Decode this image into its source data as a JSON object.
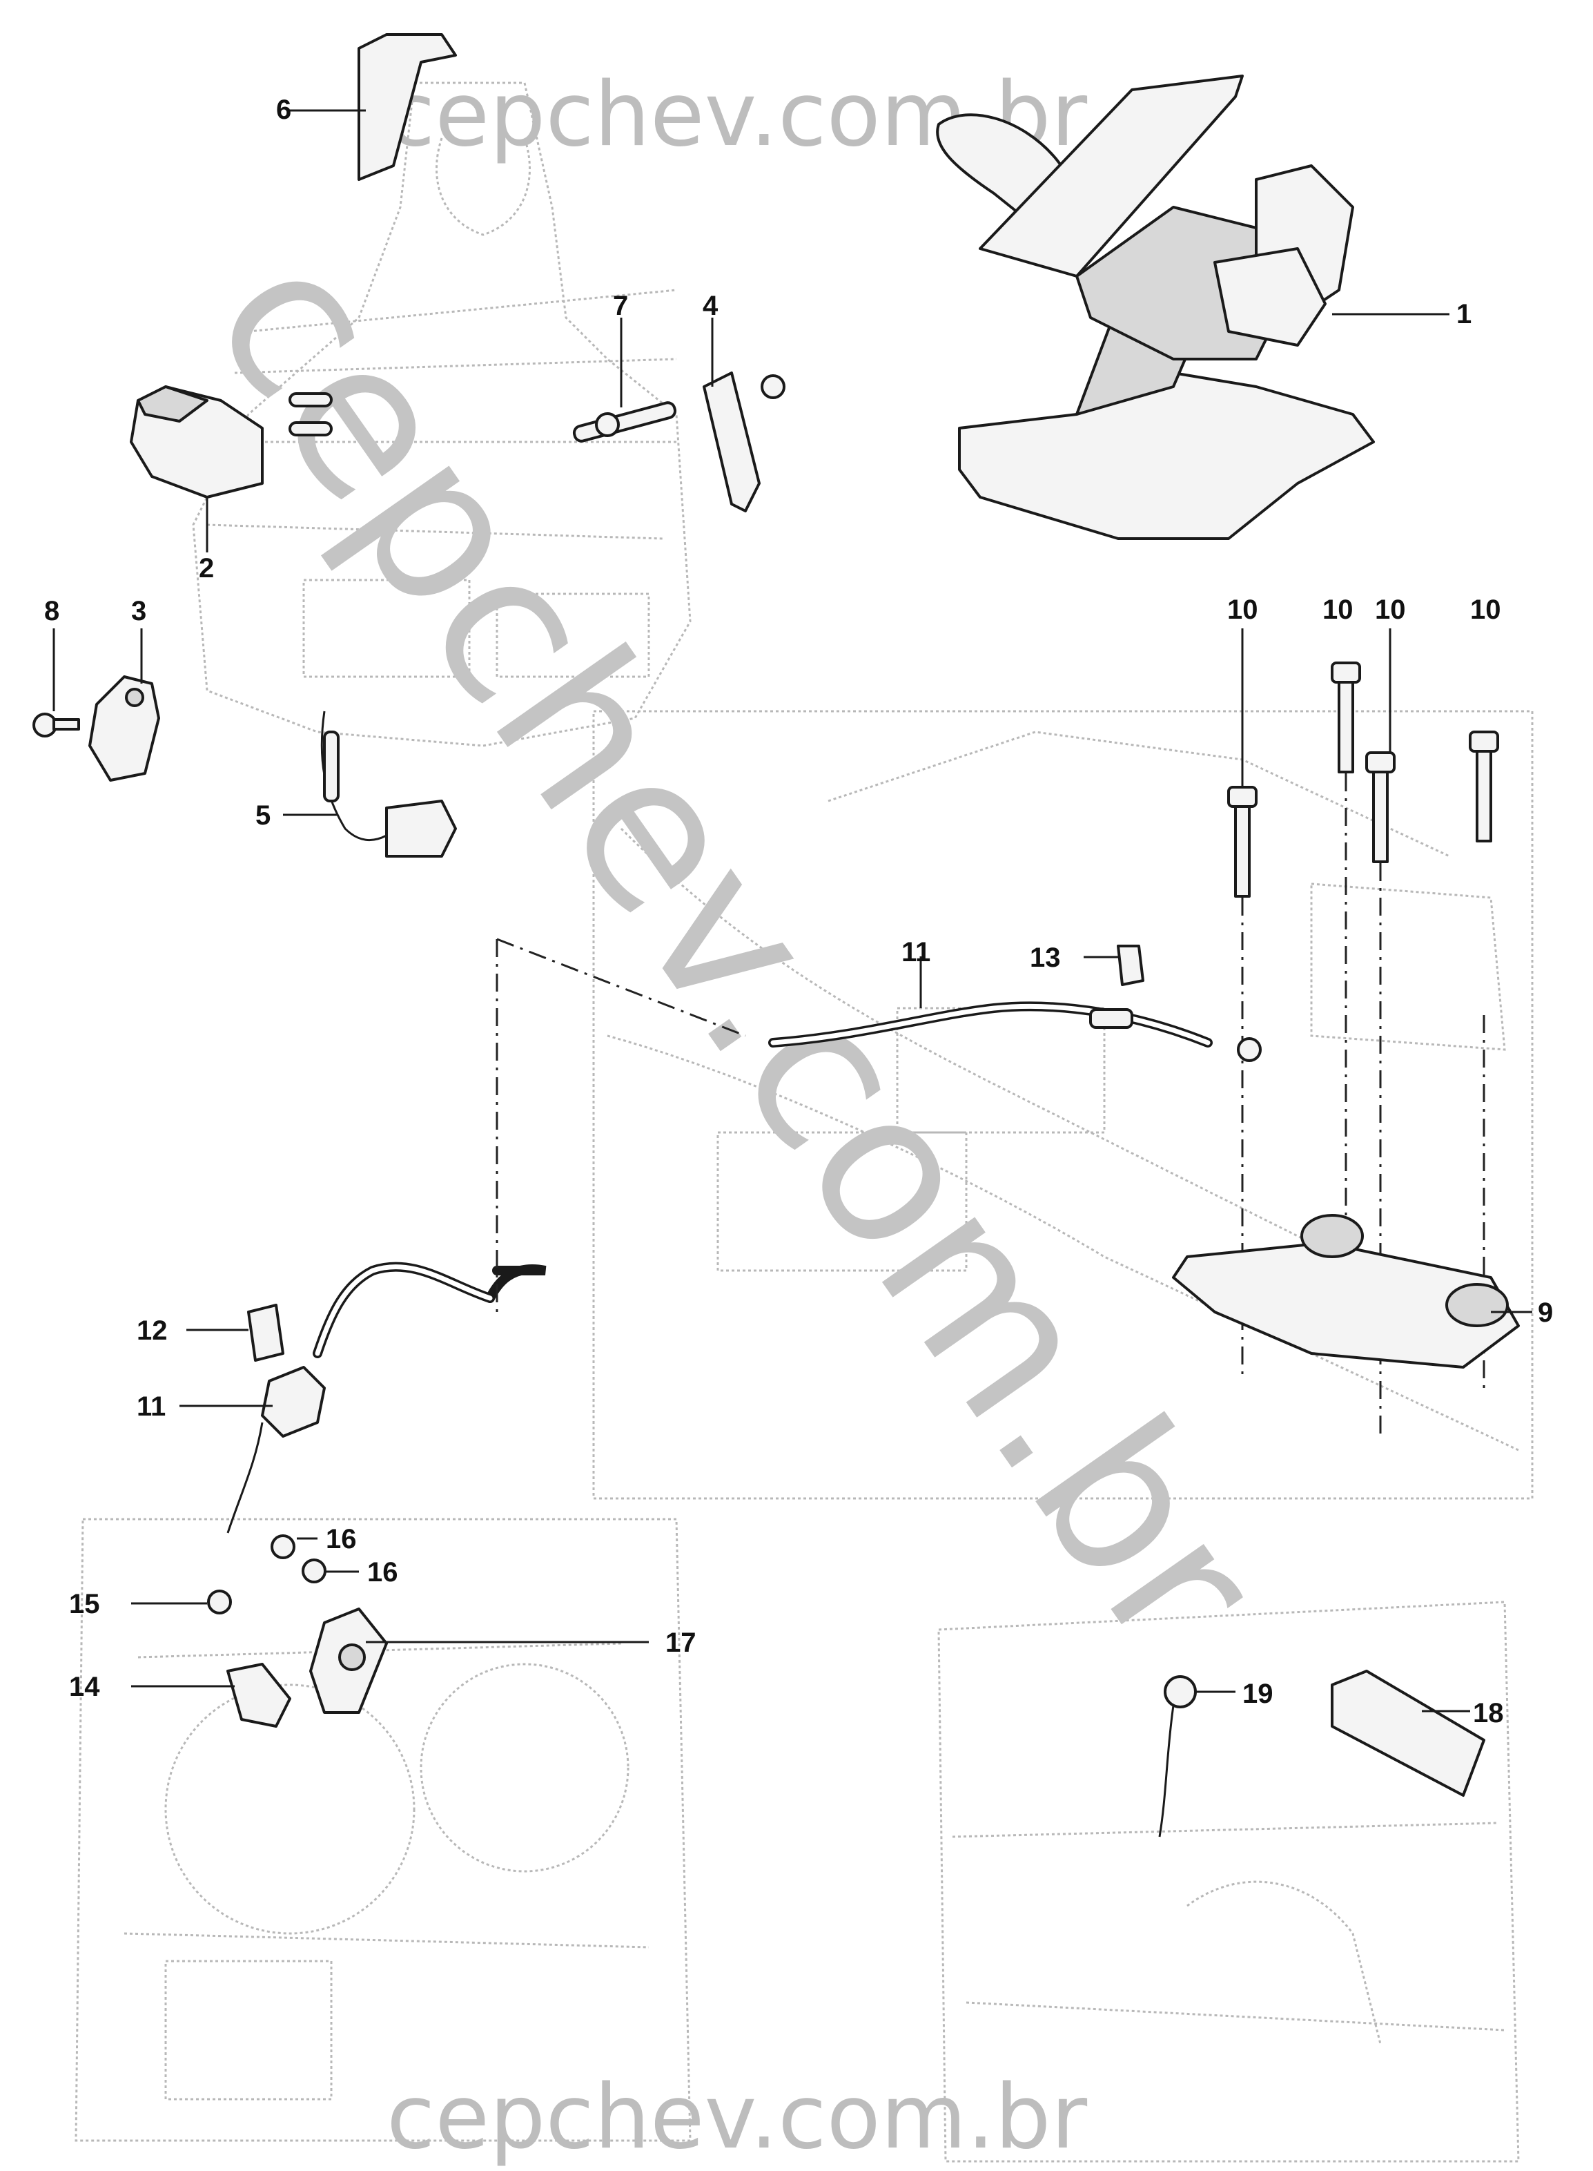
{
  "diagram": {
    "watermark_top": "cepchev.com.br",
    "watermark_bottom": "cepchev.com.br",
    "watermark_diagonal": "cepchev.com.br",
    "callouts": [
      {
        "id": "c1",
        "label": "1"
      },
      {
        "id": "c2",
        "label": "2"
      },
      {
        "id": "c3",
        "label": "3"
      },
      {
        "id": "c4",
        "label": "4"
      },
      {
        "id": "c5",
        "label": "5"
      },
      {
        "id": "c6",
        "label": "6"
      },
      {
        "id": "c7",
        "label": "7"
      },
      {
        "id": "c8",
        "label": "8"
      },
      {
        "id": "c9",
        "label": "9"
      },
      {
        "id": "c10a",
        "label": "10"
      },
      {
        "id": "c10b",
        "label": "10"
      },
      {
        "id": "c10c",
        "label": "10"
      },
      {
        "id": "c10d",
        "label": "10"
      },
      {
        "id": "c11a",
        "label": "11"
      },
      {
        "id": "c11b",
        "label": "11"
      },
      {
        "id": "c12",
        "label": "12"
      },
      {
        "id": "c13",
        "label": "13"
      },
      {
        "id": "c14",
        "label": "14"
      },
      {
        "id": "c15",
        "label": "15"
      },
      {
        "id": "c16a",
        "label": "16"
      },
      {
        "id": "c16b",
        "label": "16"
      },
      {
        "id": "c17",
        "label": "17"
      },
      {
        "id": "c18",
        "label": "18"
      },
      {
        "id": "c19",
        "label": "19"
      }
    ]
  }
}
